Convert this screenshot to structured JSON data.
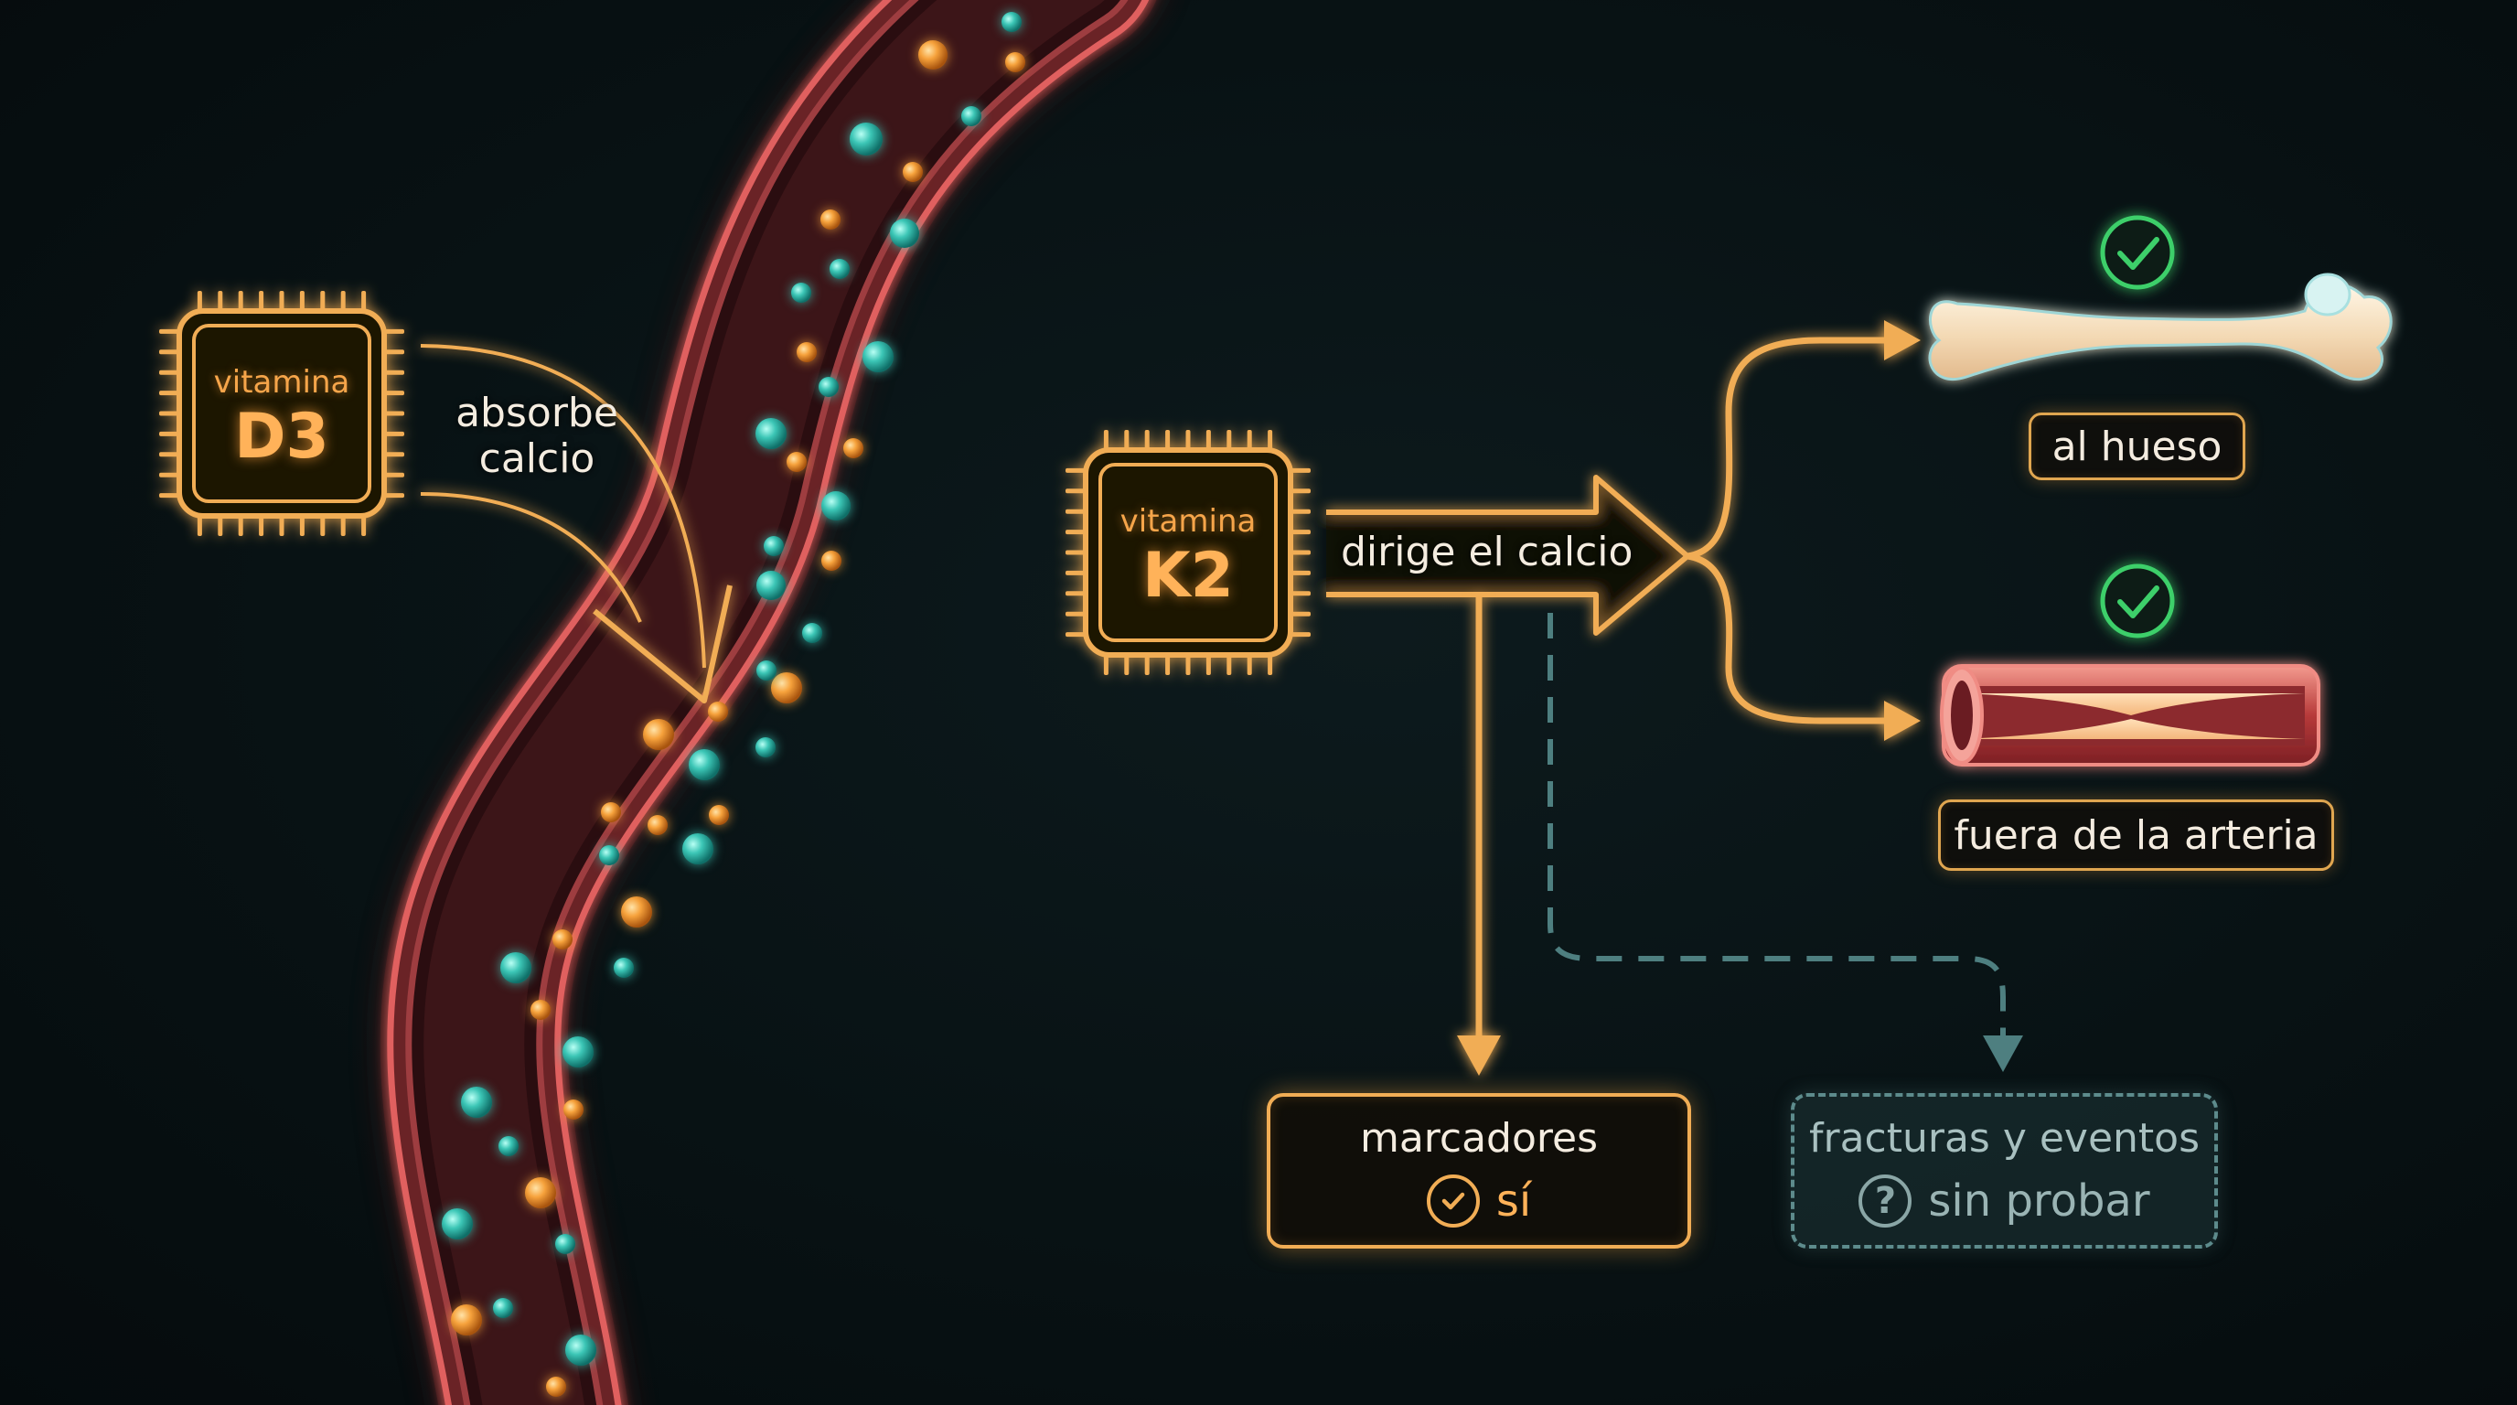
{
  "colors": {
    "accent": "#f1ad55",
    "vessel": "#e0605f",
    "particle_teal": "#3cc6b6",
    "particle_orange": "#f6a23c",
    "check_green": "#3ecf6a",
    "dashed": "#5d8b8c"
  },
  "vitamin_d3": {
    "small": "vitamina",
    "big": "D3",
    "icon": "chip-icon"
  },
  "vitamin_k2": {
    "small": "vitamina",
    "big": "K2",
    "icon": "chip-icon"
  },
  "absorb_label": {
    "line1": "absorbe",
    "line2": "calcio"
  },
  "direct_label": "dirige el calcio",
  "outcomes": {
    "bone": {
      "label": "al hueso",
      "icon": "bone-icon",
      "status_icon": "check-circle-icon"
    },
    "artery": {
      "label": "fuera de la arteria",
      "icon": "artery-icon",
      "status_icon": "check-circle-icon"
    }
  },
  "markers_box": {
    "title": "marcadores",
    "status": "sí",
    "icon": "check-circle-icon"
  },
  "events_box": {
    "title": "fracturas y eventos",
    "status": "sin probar",
    "icon": "question-circle-icon"
  }
}
